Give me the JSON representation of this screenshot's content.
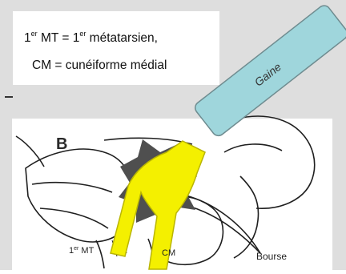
{
  "caption": {
    "line1_a": "1",
    "line1_sup_a": "er",
    "line1_b": " MT = 1",
    "line1_sup_b": "er",
    "line1_c": " métatarsien,",
    "line2": "CM = cunéiforme médial"
  },
  "figure": {
    "panel_letter": "B",
    "label_sheath": "Gaine",
    "label_mt_a": "1",
    "label_mt_sup": "er",
    "label_mt_b": " MT",
    "label_cm": "CM",
    "label_bursa": "Bourse"
  },
  "colors": {
    "panel_background": "#dedede",
    "sheath_fill": "#9fd6dc",
    "sheath_stroke": "#6f8c90",
    "instrument_fill": "#f4f000",
    "instrument_stroke": "#b9b500",
    "dark_shape": "#4f4f4f",
    "drawing_line": "#1f1f1f"
  }
}
